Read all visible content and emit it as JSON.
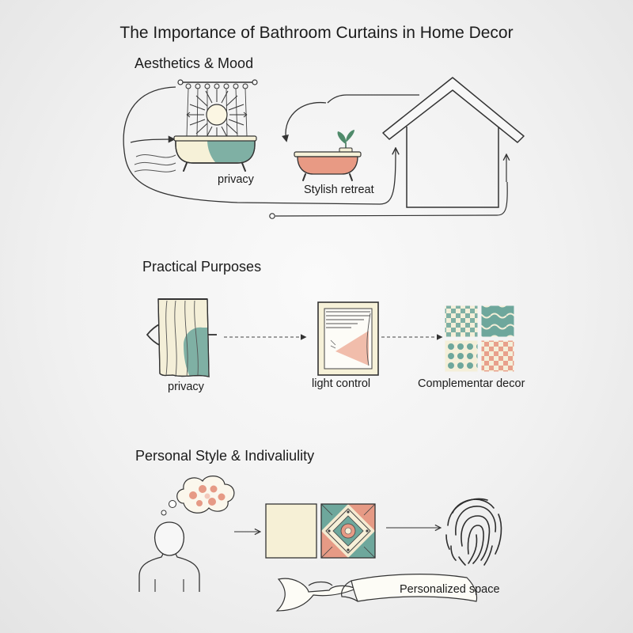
{
  "title": "The Importance of Bathroom Curtains in Home Decor",
  "sections": {
    "aesthetics": {
      "heading": "Aesthetics & Mood",
      "label_privacy": "privacy",
      "label_retreat": "Stylish retreat"
    },
    "practical": {
      "heading": "Practical Purposes",
      "label_privacy": "privacy",
      "label_light": "light control",
      "label_decor": "Complementar decor"
    },
    "personal": {
      "heading": "Personal Style & Indivaliulity",
      "label_space": "Personalized space"
    }
  },
  "colors": {
    "teal": "#6ea79c",
    "coral": "#e69a85",
    "cream": "#f6f1d8",
    "line": "#2d2d2d"
  }
}
